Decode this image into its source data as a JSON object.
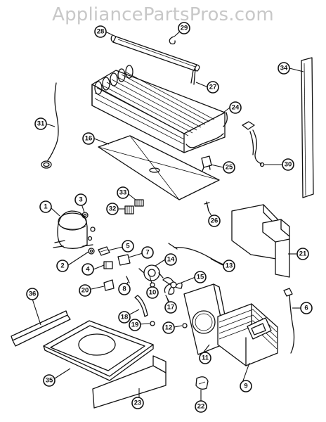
{
  "watermark": "AppliancePartsPros.com",
  "callouts": [
    {
      "id": "1",
      "label": "1"
    },
    {
      "id": "2",
      "label": "2"
    },
    {
      "id": "3",
      "label": "3"
    },
    {
      "id": "4",
      "label": "4"
    },
    {
      "id": "5",
      "label": "5"
    },
    {
      "id": "6",
      "label": "6"
    },
    {
      "id": "7",
      "label": "7"
    },
    {
      "id": "8",
      "label": "8"
    },
    {
      "id": "9",
      "label": "9"
    },
    {
      "id": "10",
      "label": "10"
    },
    {
      "id": "11",
      "label": "11"
    },
    {
      "id": "12",
      "label": "12"
    },
    {
      "id": "13",
      "label": "13"
    },
    {
      "id": "14",
      "label": "14"
    },
    {
      "id": "15",
      "label": "15"
    },
    {
      "id": "16",
      "label": "16"
    },
    {
      "id": "17",
      "label": "17"
    },
    {
      "id": "18",
      "label": "18"
    },
    {
      "id": "19",
      "label": "19"
    },
    {
      "id": "20",
      "label": "20"
    },
    {
      "id": "21",
      "label": "21"
    },
    {
      "id": "22",
      "label": "22"
    },
    {
      "id": "23",
      "label": "23"
    },
    {
      "id": "24",
      "label": "24"
    },
    {
      "id": "25",
      "label": "25"
    },
    {
      "id": "26",
      "label": "26"
    },
    {
      "id": "27",
      "label": "27"
    },
    {
      "id": "28",
      "label": "28"
    },
    {
      "id": "29",
      "label": "29"
    },
    {
      "id": "30",
      "label": "30"
    },
    {
      "id": "31",
      "label": "31"
    },
    {
      "id": "32",
      "label": "32"
    },
    {
      "id": "33",
      "label": "33"
    },
    {
      "id": "34",
      "label": "34"
    },
    {
      "id": "35",
      "label": "35"
    },
    {
      "id": "36",
      "label": "36"
    }
  ]
}
